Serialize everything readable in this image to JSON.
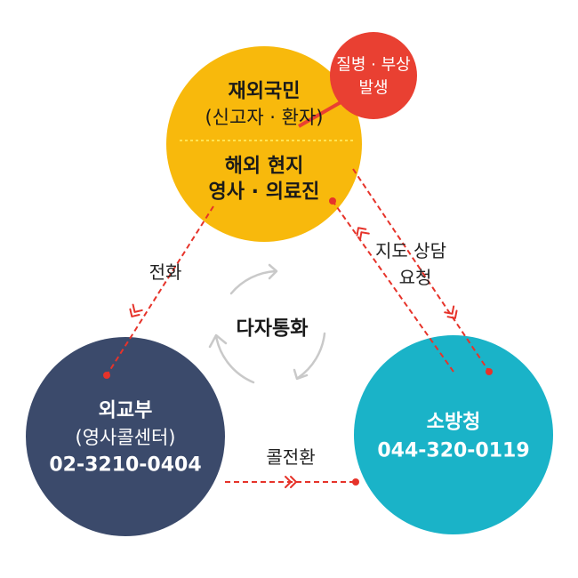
{
  "nodes": {
    "citizen": {
      "line1": "재외국민",
      "line2": "(신고자 · 환자)",
      "line3": "해외 현지",
      "line4": "영사 · 의료진",
      "color": "#f8b90c"
    },
    "badge": {
      "line1": "질병 · 부상",
      "line2": "발생",
      "color": "#e94032"
    },
    "mofa": {
      "line1": "외교부",
      "line2": "(영사콜센터)",
      "line3": "02-3210-0404",
      "color": "#3b4a6b"
    },
    "fire": {
      "line1": "소방청",
      "line2": "044-320-0119",
      "color": "#1ab3c8"
    }
  },
  "edges": {
    "phone": "전화",
    "transfer": "콜전환",
    "guidance_line1": "지도 상담",
    "guidance_line2": "요청"
  },
  "center": {
    "label": "다자통화"
  },
  "colors": {
    "arrow": "#e6332a",
    "cycle": "#c9c9c9",
    "divider": "#fff36b"
  }
}
